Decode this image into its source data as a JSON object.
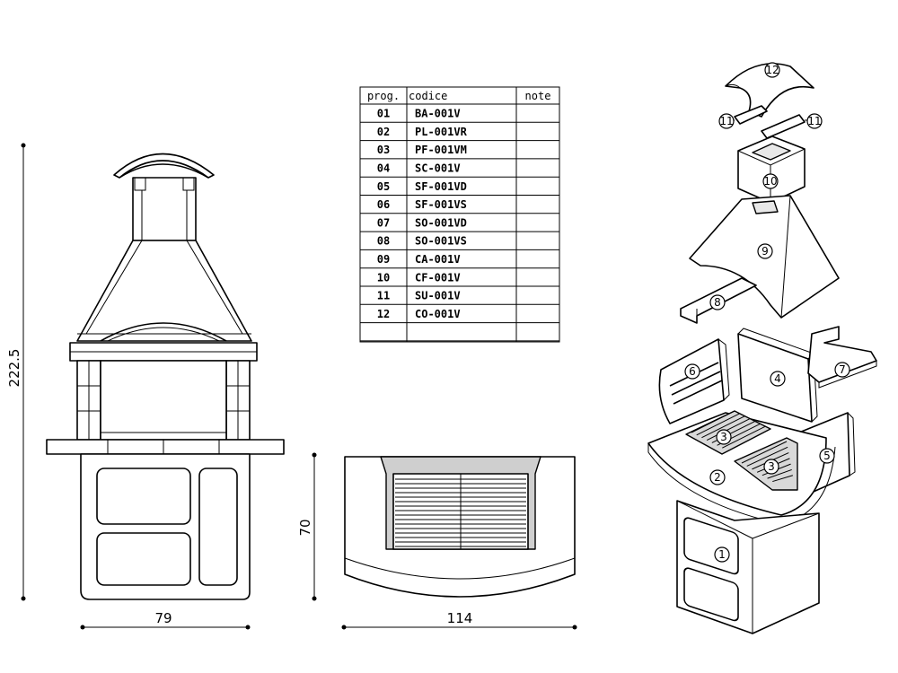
{
  "table": {
    "headers": [
      "prog.",
      "codice",
      "note"
    ],
    "rows": [
      {
        "prog": "01",
        "code": "BA-001V",
        "note": ""
      },
      {
        "prog": "02",
        "code": "PL-001VR",
        "note": ""
      },
      {
        "prog": "03",
        "code": "PF-001VM",
        "note": ""
      },
      {
        "prog": "04",
        "code": "SC-001V",
        "note": ""
      },
      {
        "prog": "05",
        "code": "SF-001VD",
        "note": ""
      },
      {
        "prog": "06",
        "code": "SF-001VS",
        "note": ""
      },
      {
        "prog": "07",
        "code": "SO-001VD",
        "note": ""
      },
      {
        "prog": "08",
        "code": "SO-001VS",
        "note": ""
      },
      {
        "prog": "09",
        "code": "CA-001V",
        "note": ""
      },
      {
        "prog": "10",
        "code": "CF-001V",
        "note": ""
      },
      {
        "prog": "11",
        "code": "SU-001V",
        "note": ""
      },
      {
        "prog": "12",
        "code": "CO-001V",
        "note": ""
      },
      {
        "prog": "",
        "code": "",
        "note": ""
      }
    ]
  },
  "dimensions": {
    "height": "222.5",
    "front_width": "79",
    "plan_width": "114",
    "plan_depth": "70"
  },
  "part_labels": [
    "1",
    "2",
    "3",
    "3",
    "4",
    "5",
    "6",
    "7",
    "8",
    "9",
    "10",
    "11",
    "11",
    "12"
  ]
}
